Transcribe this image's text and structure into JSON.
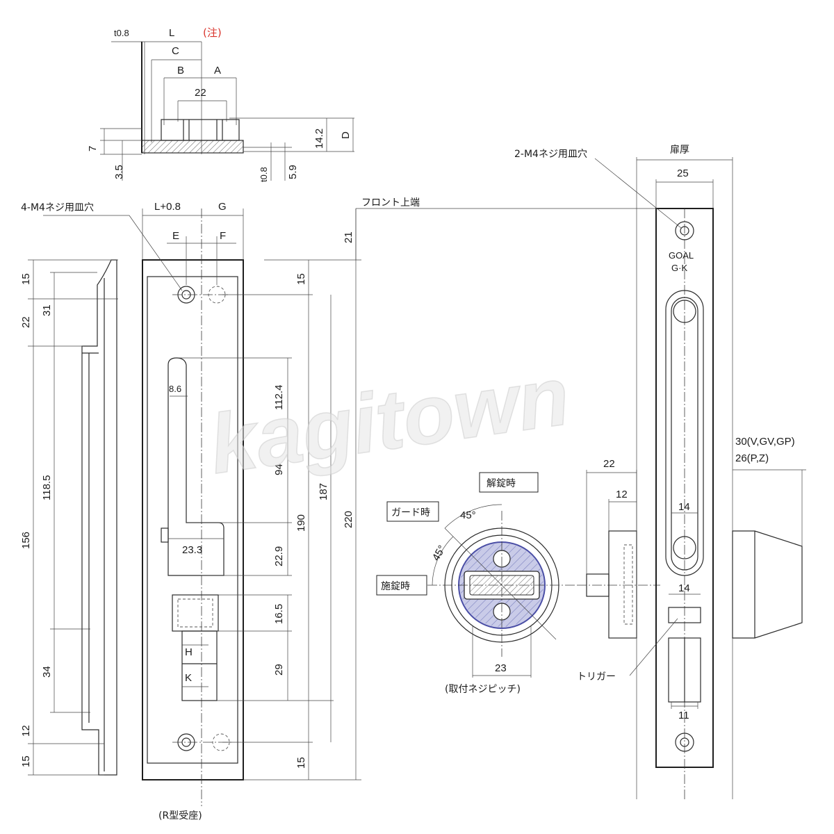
{
  "colors": {
    "line": "#2a2a2a",
    "note": "#d9332b",
    "cylinder_fill": "#c9cbe8",
    "cylinder_edge": "#4b4fa6",
    "watermark": "#e6e6e6"
  },
  "watermark": "kagitown",
  "top_view": {
    "t08": "t0.8",
    "L": "L",
    "note": "(注)",
    "C": "C",
    "B": "B",
    "A": "A",
    "d22": "22",
    "d142": "14.2",
    "D": "D",
    "d7": "7",
    "d35": "3.5",
    "t08b": "t0.8",
    "d59": "5.9"
  },
  "strike_plate": {
    "screw_label": "4-M4ネジ用皿穴",
    "L08": "L+0.8",
    "G": "G",
    "E": "E",
    "F": "F",
    "d86": "8.6",
    "d233": "23.3",
    "H": "H",
    "K": "K",
    "d1124": "112.4",
    "d94": "94",
    "d229": "22.9",
    "d165": "16.5",
    "d29": "29",
    "d15a": "15",
    "d190": "190",
    "d187": "187",
    "d15b": "15",
    "caption": "(R型受座)"
  },
  "side_view": {
    "d15a": "15",
    "d22": "22",
    "d31": "31",
    "d1185": "118.5",
    "d156": "156",
    "d34": "34",
    "d12": "12",
    "d15b": "15"
  },
  "front_top": {
    "label": "フロント上端",
    "d21": "21",
    "d220": "220"
  },
  "cylinder": {
    "unlock": "解錠時",
    "guard": "ガード時",
    "lock": "施錠時",
    "a45a": "45°",
    "a45b": "45°",
    "d23": "23",
    "caption": "(取付ネジピッチ)"
  },
  "thumbturn": {
    "d22": "22",
    "d12": "12"
  },
  "front_plate": {
    "screw_label": "2-M4ネジ用皿穴",
    "door": "扉厚",
    "d25": "25",
    "d14a": "14",
    "d14b": "14",
    "d11": "11",
    "trigger": "トリガー",
    "brand1": "GOAL",
    "brand2": "G·K"
  },
  "escutcheon": {
    "d30": "30(V,GV,GP)",
    "d26": "26(P,Z)"
  }
}
